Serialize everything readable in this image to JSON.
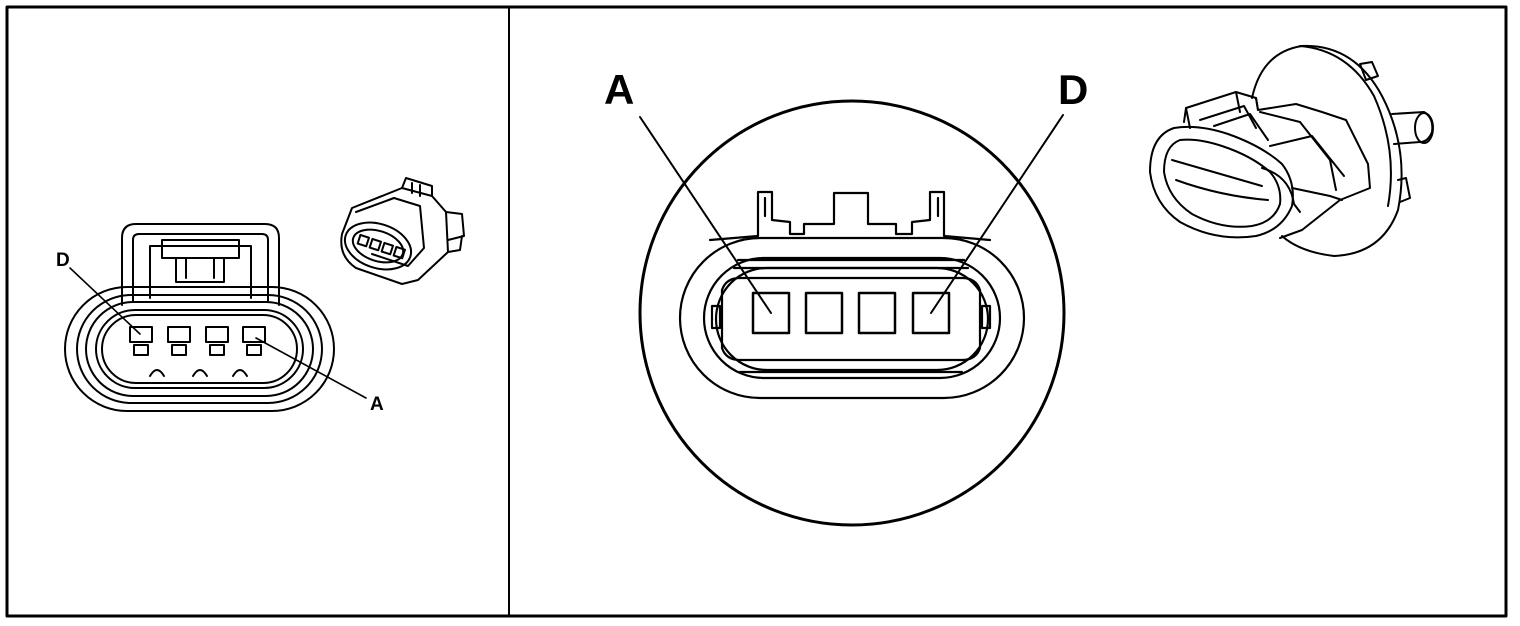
{
  "panels": {
    "left": {
      "labels": {
        "pin_d": "D",
        "pin_a": "A"
      }
    },
    "right": {
      "labels": {
        "pin_a": "A",
        "pin_d": "D"
      }
    }
  },
  "connector": {
    "pin_count": 4
  },
  "colors": {
    "line": "#000000",
    "background": "#ffffff"
  }
}
